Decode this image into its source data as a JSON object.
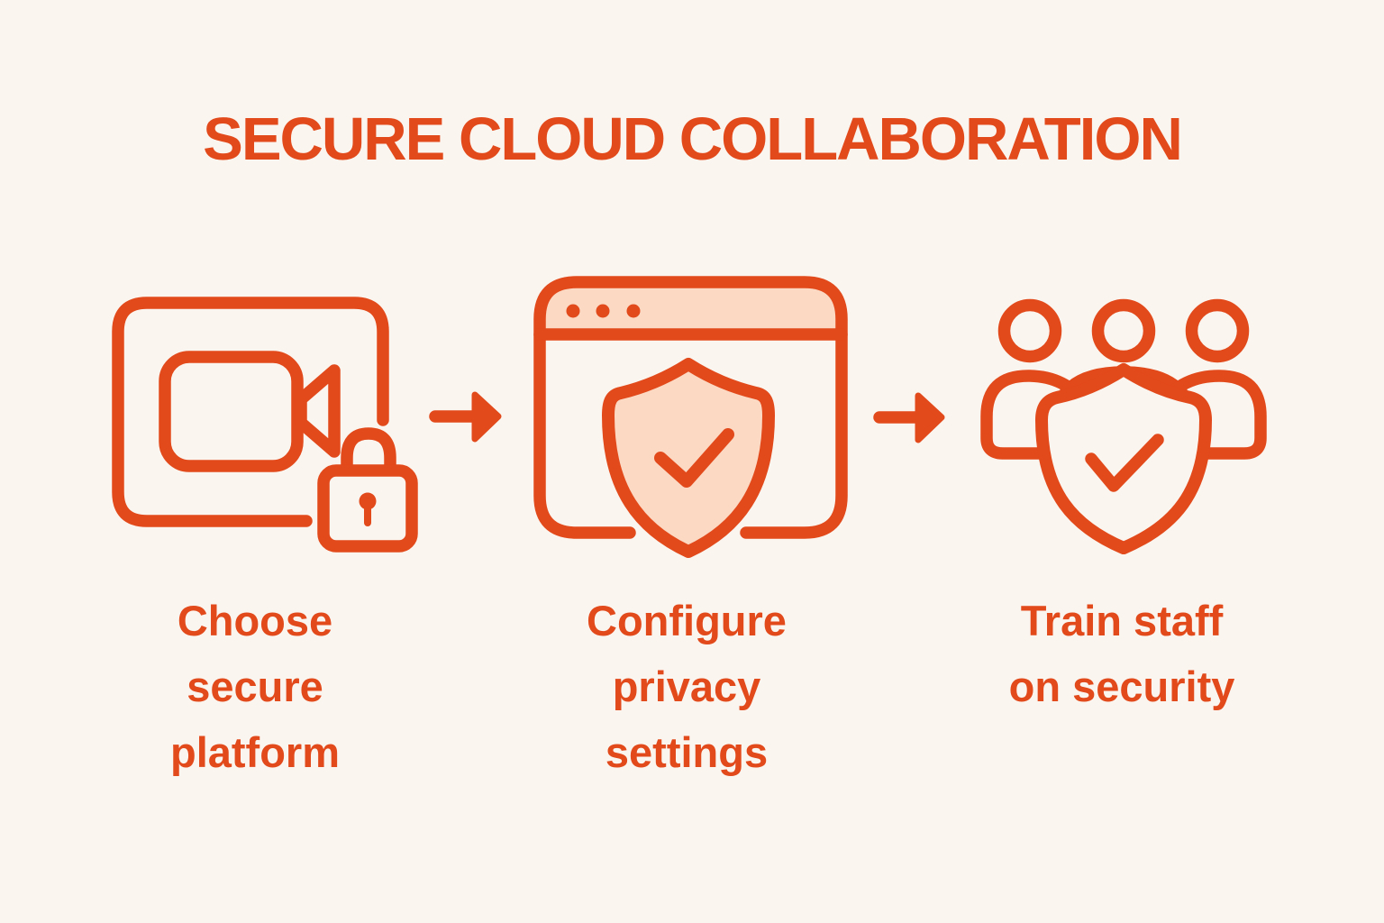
{
  "title": "SECURE CLOUD COLLABORATION",
  "colors": {
    "accent": "#E2491B",
    "fillLight": "#FBD9C3",
    "background": "#FAF5EF"
  },
  "steps": [
    {
      "id": "choose-platform",
      "icon": "video-call-lock-icon",
      "caption": "Choose\nsecure\nplatform"
    },
    {
      "id": "configure-privacy",
      "icon": "browser-shield-check-icon",
      "caption": "Configure\nprivacy\nsettings"
    },
    {
      "id": "train-staff",
      "icon": "team-shield-check-icon",
      "caption": "Train staff\non security"
    }
  ],
  "connectors": [
    {
      "icon": "arrow-right-icon"
    },
    {
      "icon": "arrow-right-icon"
    }
  ]
}
